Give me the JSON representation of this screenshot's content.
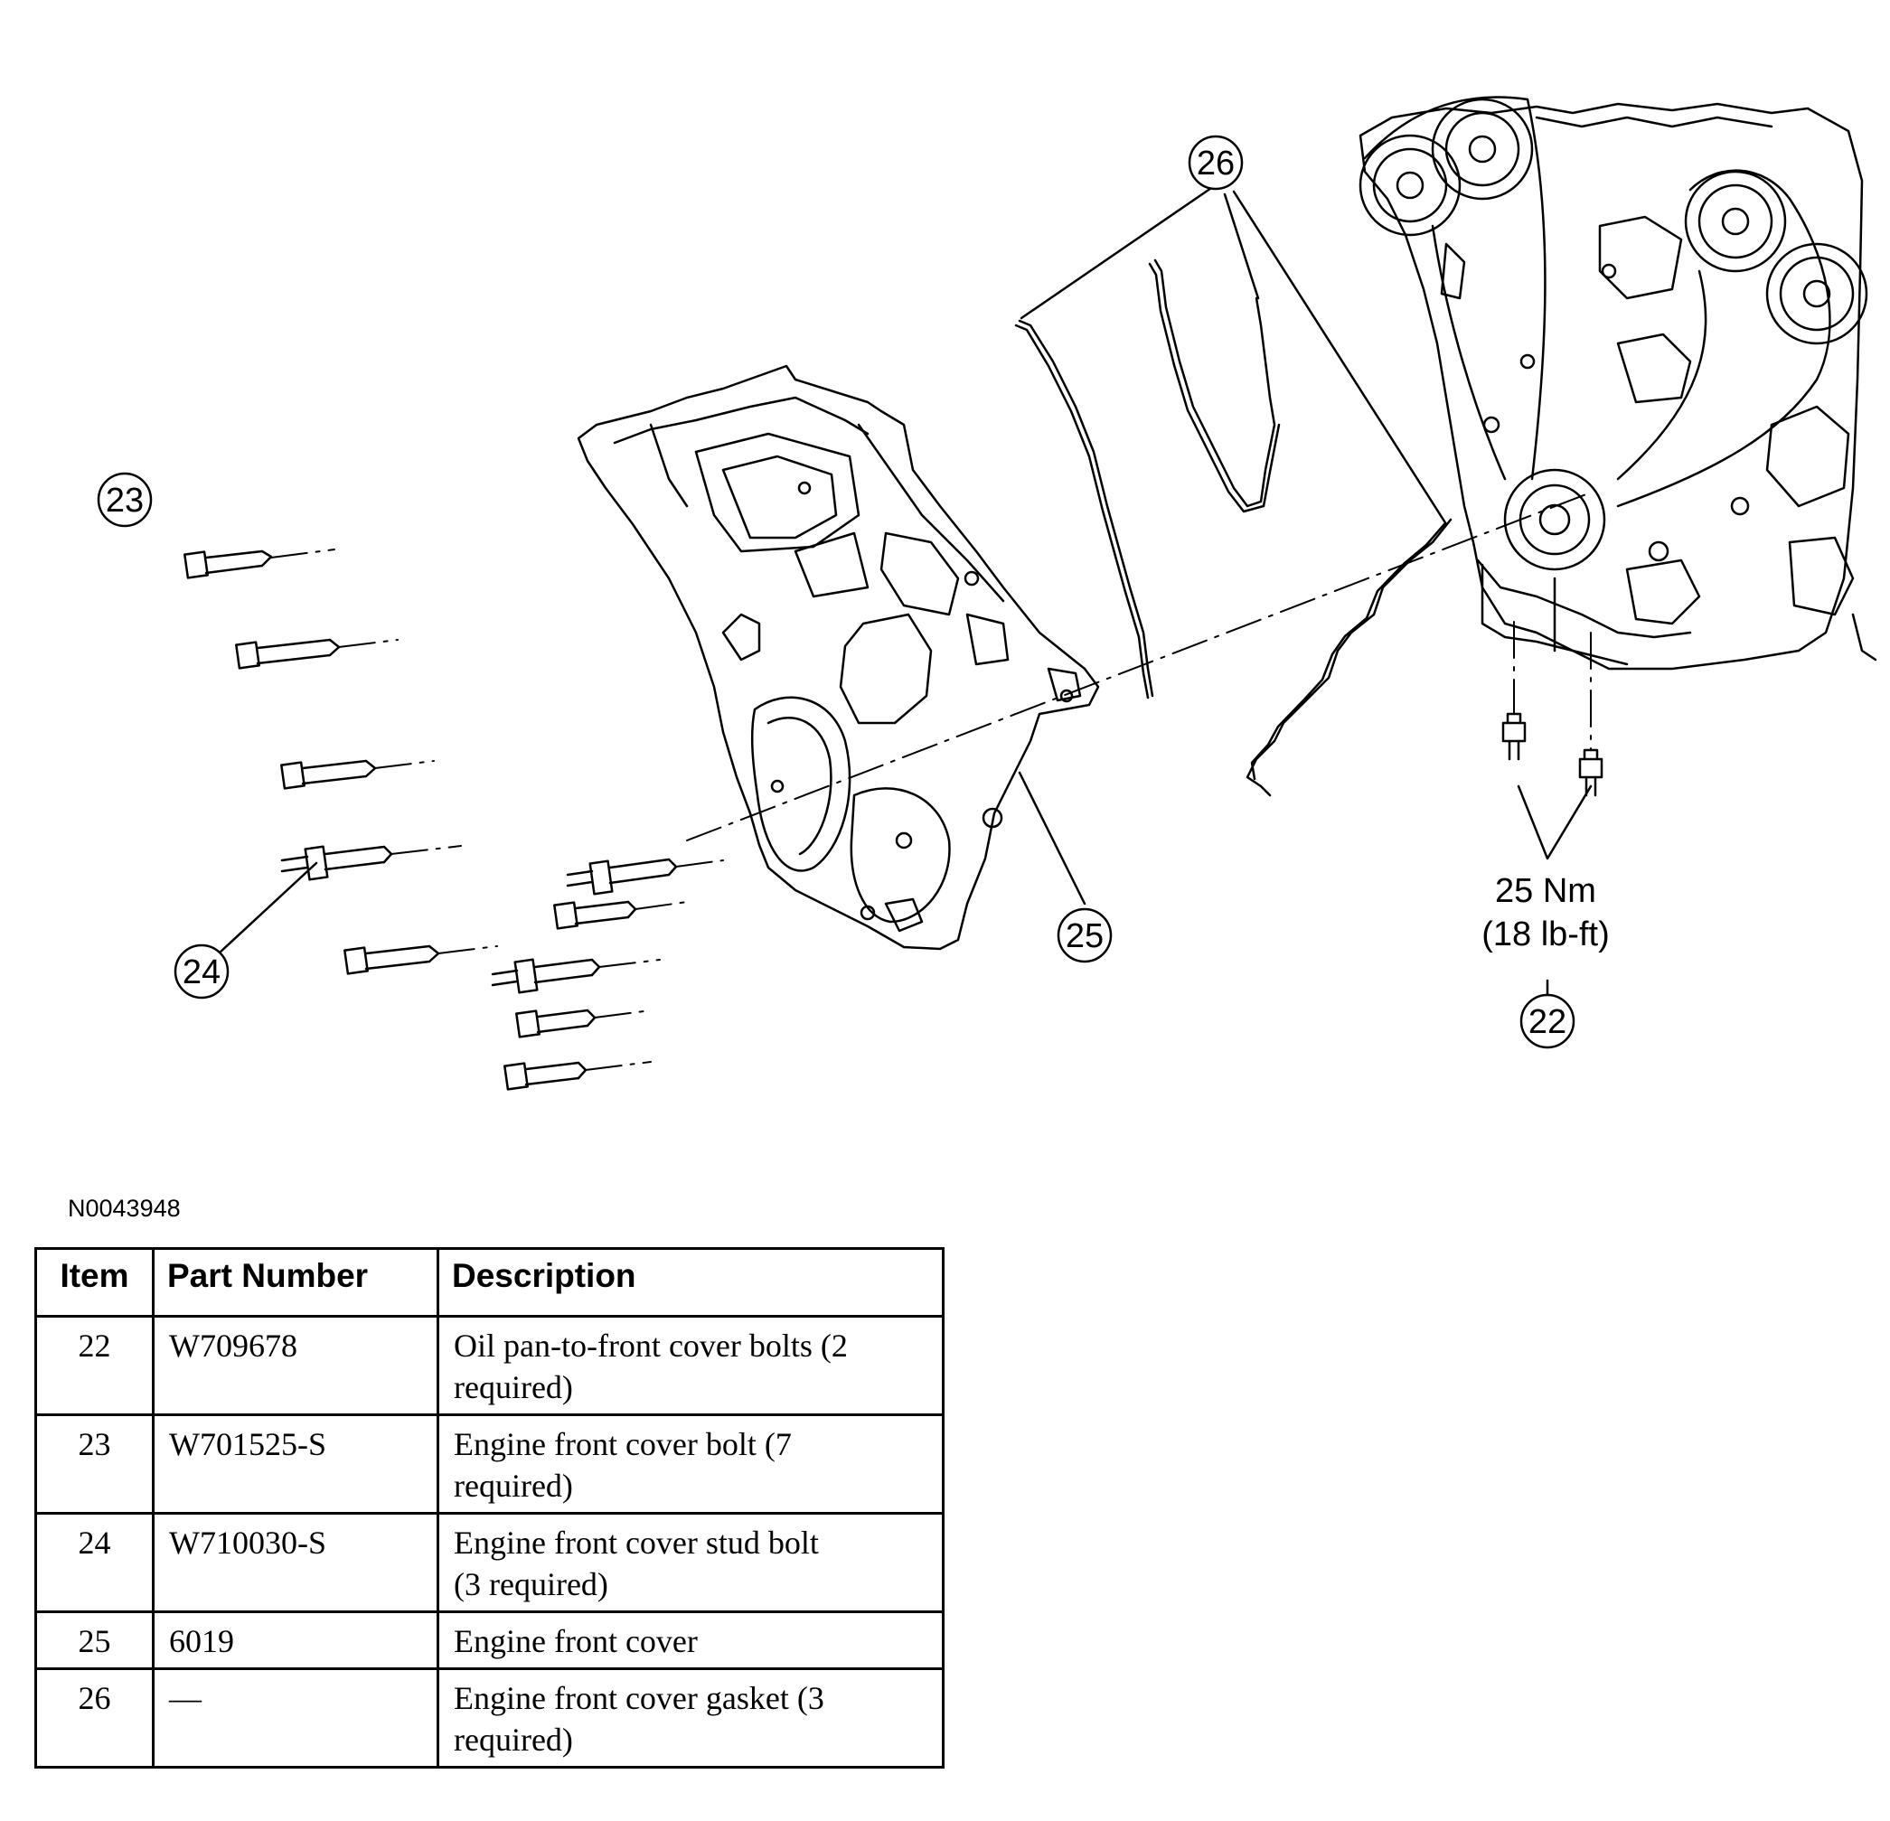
{
  "diagram": {
    "callouts": {
      "c22": "22",
      "c23": "23",
      "c24": "24",
      "c25": "25",
      "c26": "26"
    },
    "torque": {
      "metric": "25 Nm",
      "imperial": "(18 lb-ft)"
    }
  },
  "figure_code": "N0043948",
  "parts_table": {
    "headers": {
      "item": "Item",
      "part_number": "Part Number",
      "description": "Description"
    },
    "rows": [
      {
        "item": "22",
        "part_number": "W709678",
        "desc_line1": "Oil pan-to-front cover bolts (2",
        "desc_line2": "required)"
      },
      {
        "item": "23",
        "part_number": "W701525-S",
        "desc_line1": "Engine front cover bolt (7",
        "desc_line2": "required)"
      },
      {
        "item": "24",
        "part_number": "W710030-S",
        "desc_line1": "Engine front cover stud bolt",
        "desc_line2": "(3 required)"
      },
      {
        "item": "25",
        "part_number": "6019",
        "desc_line1": "Engine front cover",
        "desc_line2": ""
      },
      {
        "item": "26",
        "part_number": "—",
        "desc_line1": "Engine front cover gasket (3",
        "desc_line2": "required)"
      }
    ]
  }
}
